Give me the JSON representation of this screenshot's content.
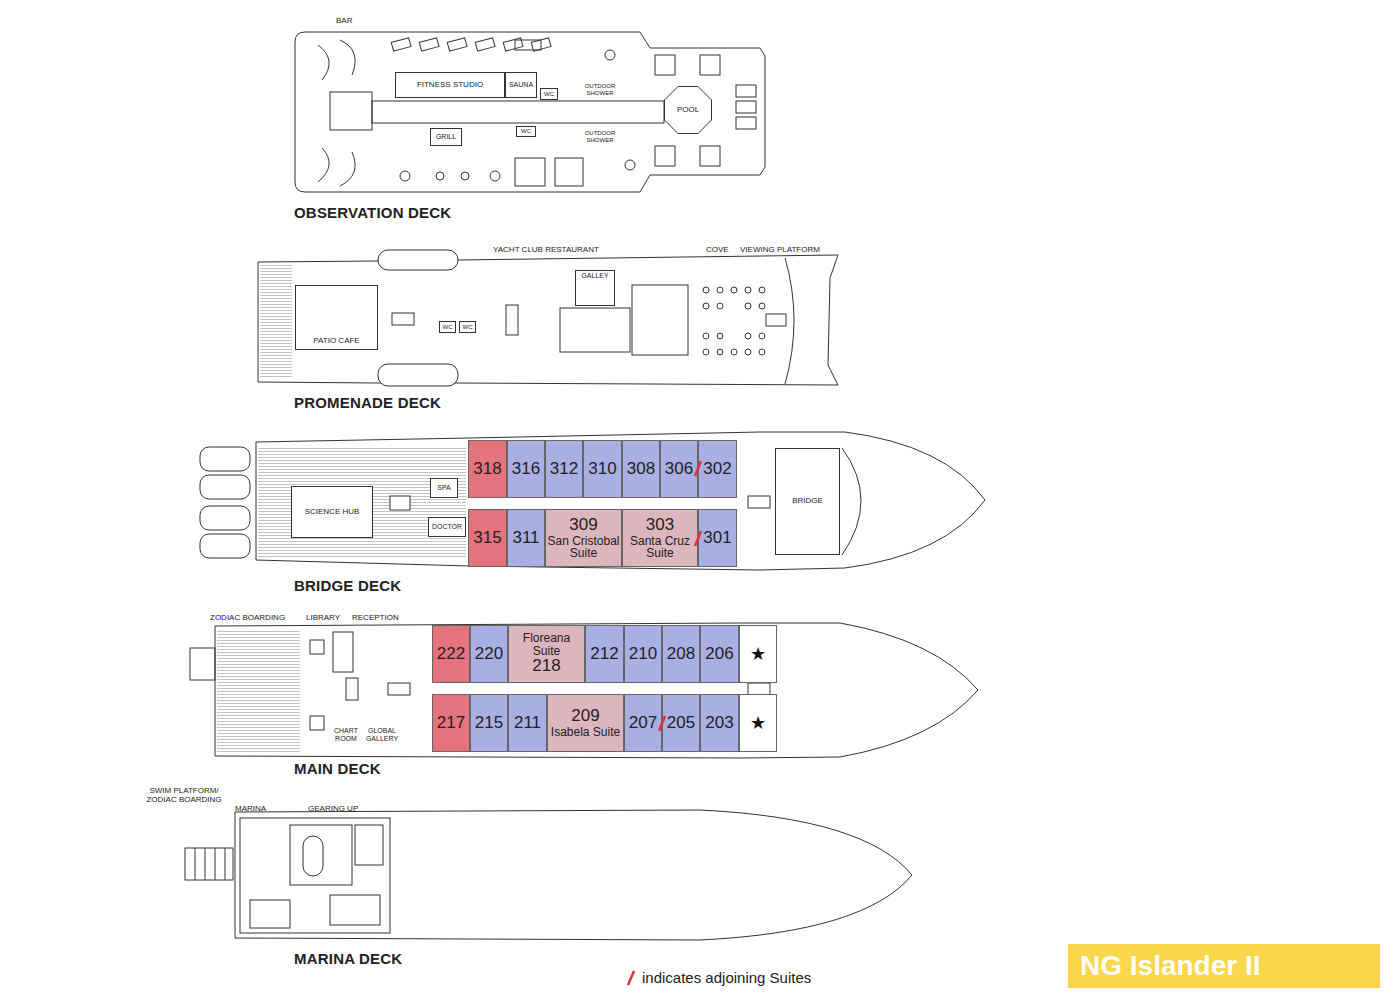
{
  "diagram": {
    "nodes": [
      {
        "text": [
          "FITNESS STUDIO"
        ]
      },
      {
        "text": [
          "SAUNA"
        ]
      },
      {
        "text": [
          "WC"
        ]
      },
      {
        "text": [
          "GRILL"
        ]
      },
      {
        "text": [
          "WC"
        ]
      },
      {
        "text": [
          "POOL"
        ]
      },
      {
        "text": [
          "PATIO CAFE"
        ]
      },
      {
        "text": [
          "WC"
        ]
      },
      {
        "text": [
          "WC"
        ]
      },
      {
        "text": [
          "GALLEY"
        ]
      },
      {
        "text": [
          "318"
        ]
      },
      {
        "text": [
          "316"
        ]
      },
      {
        "text": [
          "312"
        ]
      },
      {
        "text": [
          "310"
        ]
      },
      {
        "text": [
          "308"
        ]
      },
      {
        "text": [
          "306"
        ]
      },
      {
        "text": [
          "302"
        ]
      },
      {
        "text": [
          "SPA"
        ]
      },
      {
        "text": [
          "SCIENCE HUB"
        ]
      },
      {
        "text": [
          "DOCTOR"
        ]
      },
      {
        "text": [
          "315"
        ]
      },
      {
        "text": [
          "311"
        ]
      },
      {
        "text": [
          "309",
          "San Cristobal Suite"
        ]
      },
      {
        "text": [
          "303",
          "Santa Cruz Suite"
        ]
      },
      {
        "text": [
          "301"
        ]
      },
      {
        "text": [
          "BRIDGE"
        ]
      },
      {
        "text": [
          "222"
        ]
      },
      {
        "text": [
          "220"
        ]
      },
      {
        "text": [
          "Floreana Suite",
          "218"
        ]
      },
      {
        "text": [
          "212"
        ]
      },
      {
        "text": [
          "210"
        ]
      },
      {
        "text": [
          "208"
        ]
      },
      {
        "text": [
          "206"
        ]
      },
      {
        "text": [
          "★"
        ]
      },
      {
        "text": [
          "217"
        ]
      },
      {
        "text": [
          "215"
        ]
      },
      {
        "text": [
          "211"
        ]
      },
      {
        "text": [
          "209",
          "Isabela Suite"
        ]
      },
      {
        "text": [
          "207"
        ]
      },
      {
        "text": [
          "205"
        ]
      },
      {
        "text": [
          "203"
        ]
      },
      {
        "text": [
          "★"
        ]
      },
      {
        "text": [
          "NG Islander II"
        ]
      }
    ],
    "labels": [
      "BAR",
      "OUTDOOR SHOWER",
      "OUTDOOR SHOWER",
      "OBSERVATION DECK",
      "YACHT CLUB RESTAURANT",
      "COVE",
      "VIEWING PLATFORM",
      "PROMENADE DECK",
      "BRIDGE DECK",
      "ZODIAC BOARDING",
      "LIBRARY",
      "RECEPTION",
      "CHART ROOM",
      "GLOBAL GALLERY",
      "MAIN DECK",
      "SWIM PLATFORM/ ZODIAC BOARDING",
      "MARINA",
      "GEARING UP",
      "MARINA DECK"
    ],
    "legend": [
      {
        "text": "indicates adjoining Suites"
      }
    ]
  }
}
